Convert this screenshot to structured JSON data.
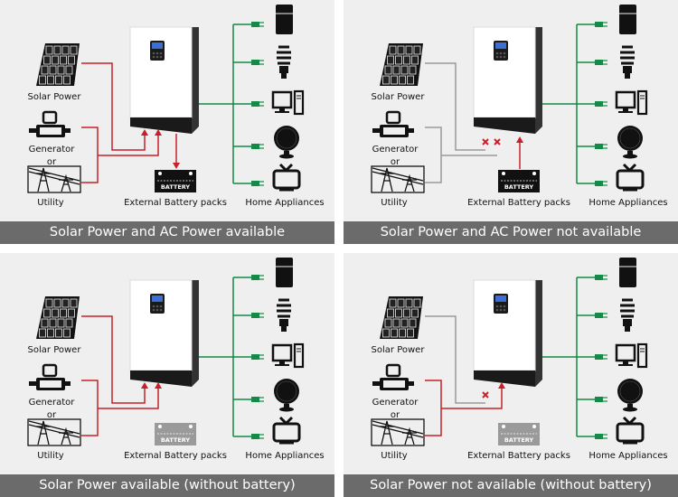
{
  "colors": {
    "active_line": "#c8202a",
    "inactive_line": "#9a9a9a",
    "output_line": "#138a45",
    "caption_bg": "#6b6b6b",
    "panel_bg": "#efefef"
  },
  "labels": {
    "solar": "Solar Power",
    "generator": "Generator",
    "or": "or",
    "utility": "Utility",
    "battery_packs": "External Battery packs",
    "appliances": "Home Appliances",
    "battery_text": "BATTERY"
  },
  "panels": [
    {
      "caption": "Solar Power and AC Power available",
      "solar_active": true,
      "ac_active": true,
      "battery_present": true,
      "battery_flow": "charging",
      "solar_blocked": false,
      "ac_blocked": false
    },
    {
      "caption": "Solar Power and AC Power not available",
      "solar_active": false,
      "ac_active": false,
      "battery_present": true,
      "battery_flow": "discharging",
      "solar_blocked": true,
      "ac_blocked": true
    },
    {
      "caption": "Solar Power available (without battery)",
      "solar_active": true,
      "ac_active": true,
      "battery_present": false,
      "battery_flow": "none",
      "solar_blocked": false,
      "ac_blocked": false
    },
    {
      "caption": "Solar Power not available (without battery)",
      "solar_active": false,
      "ac_active": true,
      "battery_present": false,
      "battery_flow": "none",
      "solar_blocked": true,
      "ac_blocked": false
    }
  ],
  "icons": [
    "solar-panel-icon",
    "generator-icon",
    "utility-tower-icon",
    "inverter-icon",
    "battery-icon",
    "fridge-icon",
    "bulb-icon",
    "computer-icon",
    "fan-icon",
    "tv-icon",
    "plug-icon",
    "blocked-x-icon"
  ]
}
